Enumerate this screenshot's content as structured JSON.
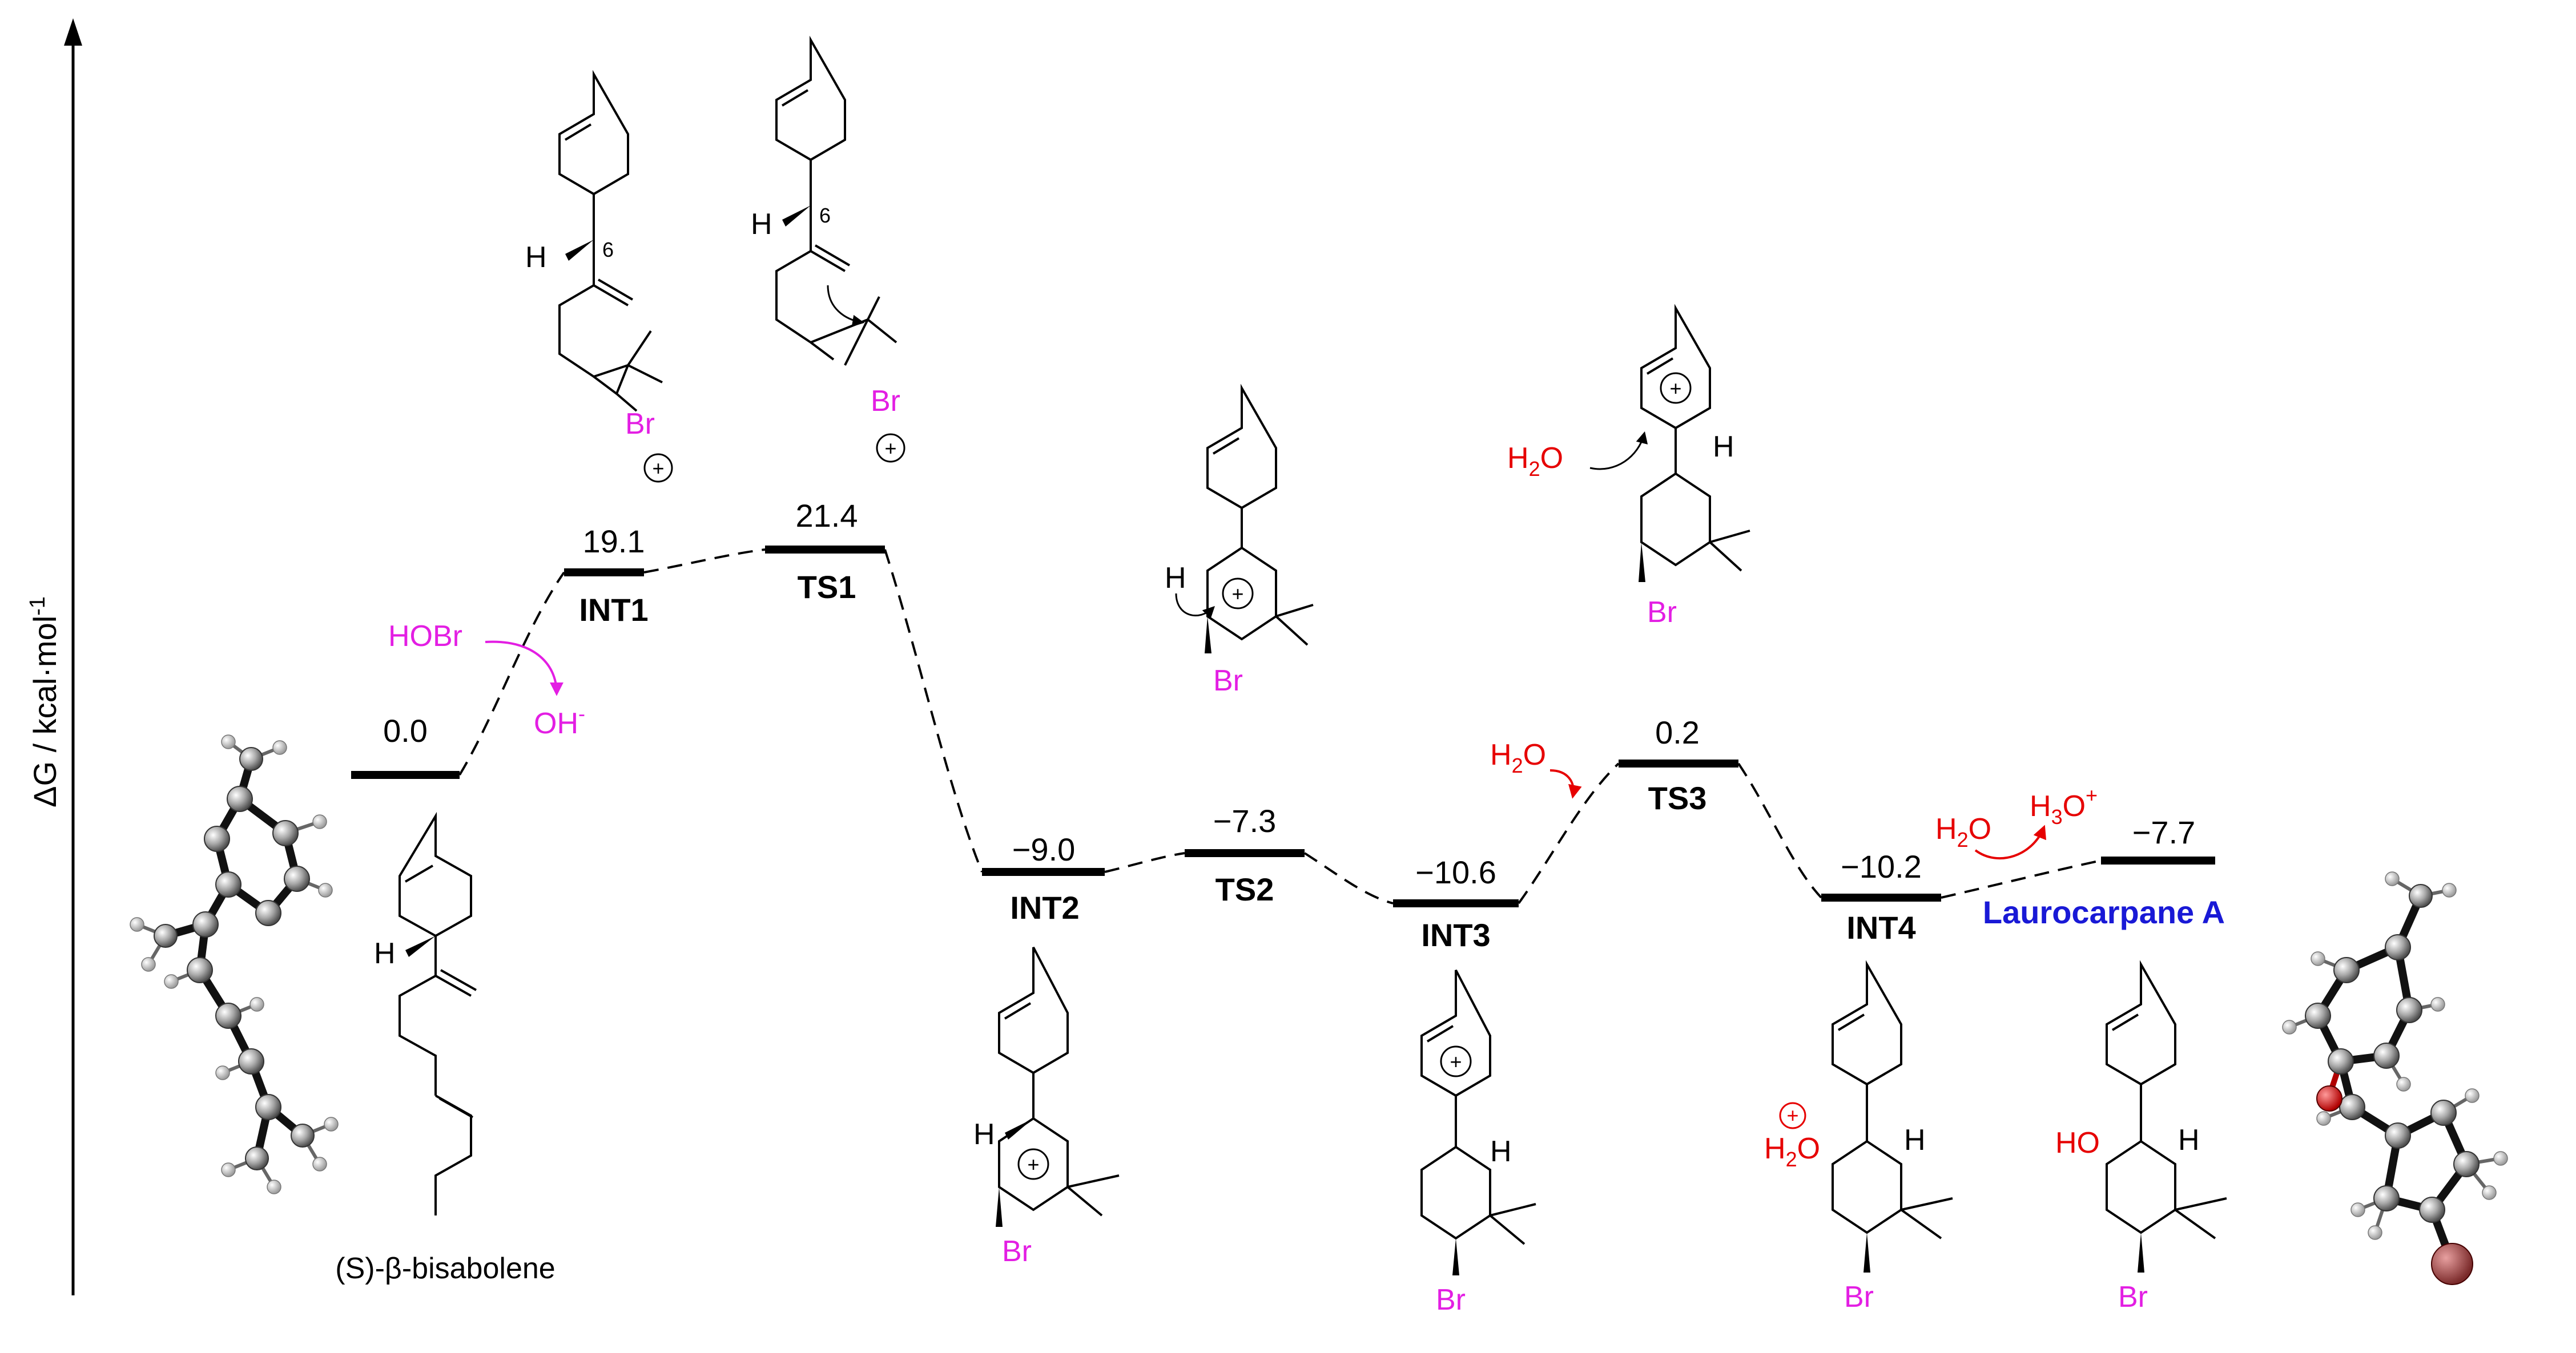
{
  "axis": {
    "label": "ΔG / kcal·mol",
    "label_sup": "-1"
  },
  "colors": {
    "reagent_magenta": "#e31ee3",
    "water_red": "#e60000",
    "product_blue": "#1919d6",
    "ink": "#000000"
  },
  "levels": [
    {
      "id": "start",
      "value": "0.0",
      "label": ""
    },
    {
      "id": "int1",
      "value": "19.1",
      "label": "INT1"
    },
    {
      "id": "ts1",
      "value": "21.4",
      "label": "TS1"
    },
    {
      "id": "int2",
      "value": "−9.0",
      "label": "INT2"
    },
    {
      "id": "ts2",
      "value": "−7.3",
      "label": "TS2"
    },
    {
      "id": "int3",
      "value": "−10.6",
      "label": "INT3"
    },
    {
      "id": "ts3",
      "value": "0.2",
      "label": "TS3"
    },
    {
      "id": "int4",
      "value": "−10.2",
      "label": "INT4"
    },
    {
      "id": "product",
      "value": "−7.7",
      "label": "Laurocarpane A"
    }
  ],
  "reagents": {
    "hobr": "HOBr",
    "oh": "OH",
    "oh_sup": "-",
    "water": "H",
    "water_sub": "2",
    "water_tail": "O",
    "h3o": "H",
    "h3o_sub": "3",
    "h3o_tail": "O",
    "h3o_sup": "+"
  },
  "structures": {
    "start_name": "(S)-β-bisabolene",
    "atom_h": "H",
    "atom_br": "Br",
    "atom_ho": "HO",
    "locant_6": "6",
    "plus": "+"
  }
}
